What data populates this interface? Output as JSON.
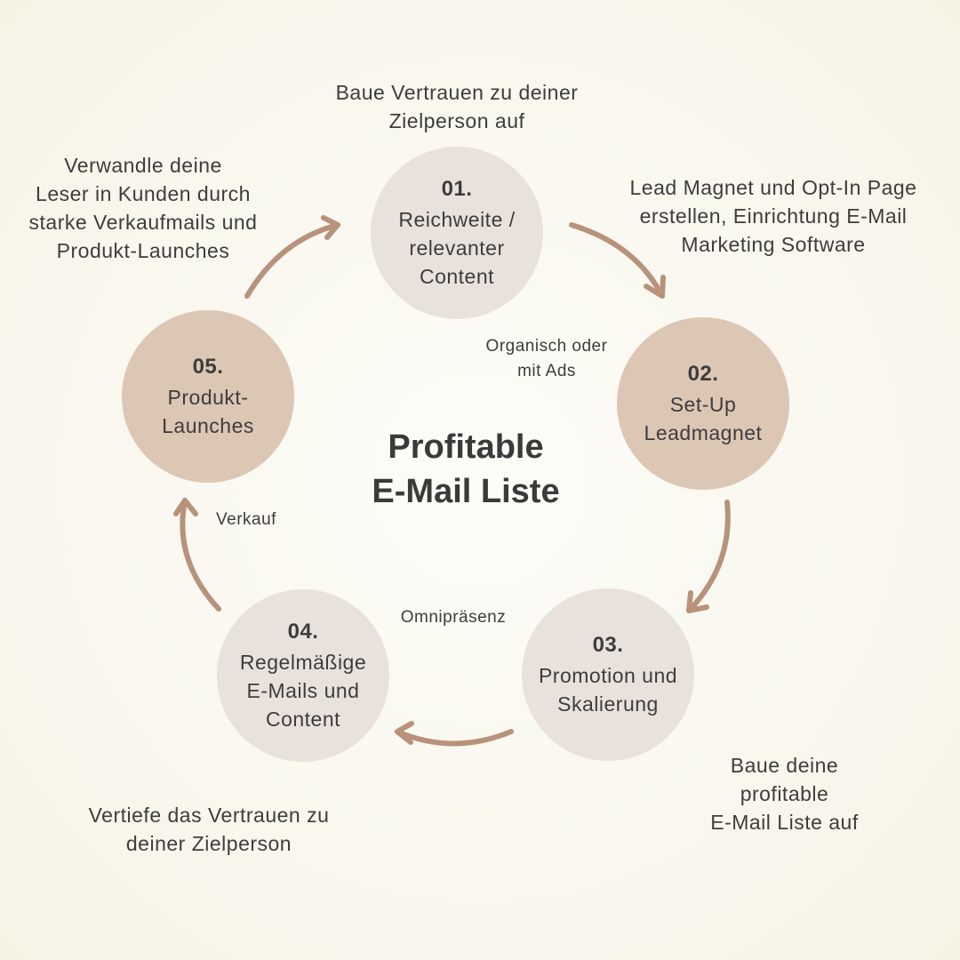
{
  "title": "Profitable\nE-Mail Liste",
  "steps": [
    {
      "num": "01.",
      "label": "Reichweite /\nrelevanter\nContent"
    },
    {
      "num": "02.",
      "label": "Set-Up\nLeadmagnet"
    },
    {
      "num": "03.",
      "label": "Promotion und\nSkalierung"
    },
    {
      "num": "04.",
      "label": "Regelmäßige\nE-Mails und\nContent"
    },
    {
      "num": "05.",
      "label": "Produkt-\nLaunches"
    }
  ],
  "descriptions": {
    "d1": "Baue Vertrauen zu deiner\nZielperson auf",
    "d2": "Lead Magnet und Opt-In Page\nerstellen, Einrichtung E-Mail\nMarketing Software",
    "d3": "Baue deine\nprofitable\nE-Mail Liste auf",
    "d4": "Vertiefe das Vertrauen zu\ndeiner Zielperson",
    "d5": "Verwandle deine\nLeser in Kunden durch\nstarke Verkaufmails und\nProdukt-Launches"
  },
  "arrow_labels": {
    "a12": "Organisch oder\nmit Ads",
    "a34": "Omnipräsenz",
    "a45": "Verkauf"
  },
  "colors": {
    "light_circle": "#e9e2dc",
    "dark_circle": "#dcc6b4",
    "arrow": "#b8927a"
  }
}
